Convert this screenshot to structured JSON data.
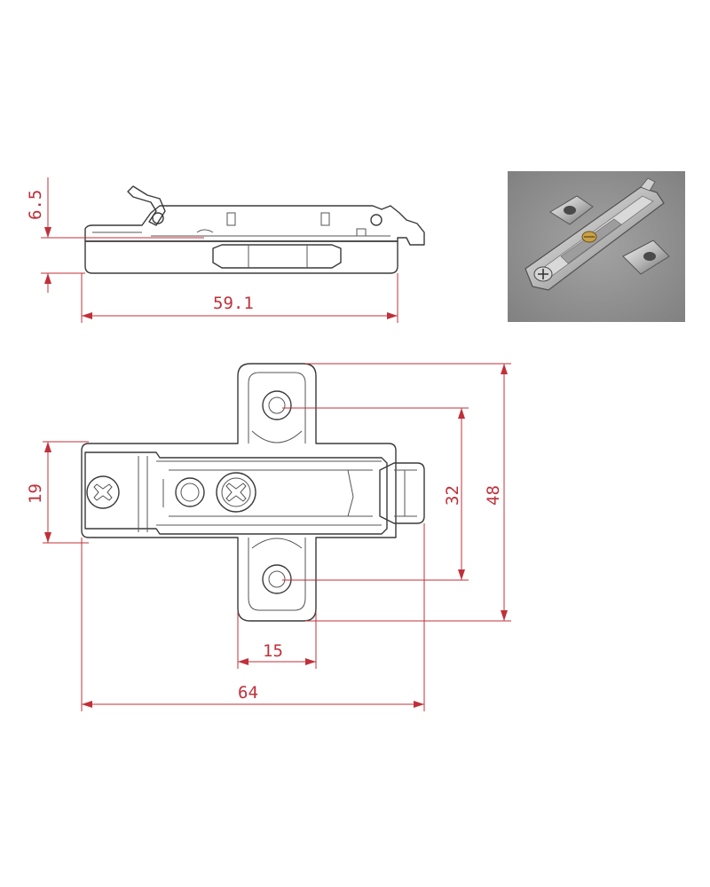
{
  "dimensions": {
    "height_side": "6.5",
    "length_side": "59.1",
    "width_left": "19",
    "hole_spacing": "32",
    "overall_height": "48",
    "wing_width": "15",
    "overall_length": "64"
  },
  "colors": {
    "dimension": "#c0303a",
    "outline": "#3a3a3a",
    "photo_background": "#8e8e8e"
  },
  "photo": {
    "icon": "mounting-plate-photo-icon"
  }
}
